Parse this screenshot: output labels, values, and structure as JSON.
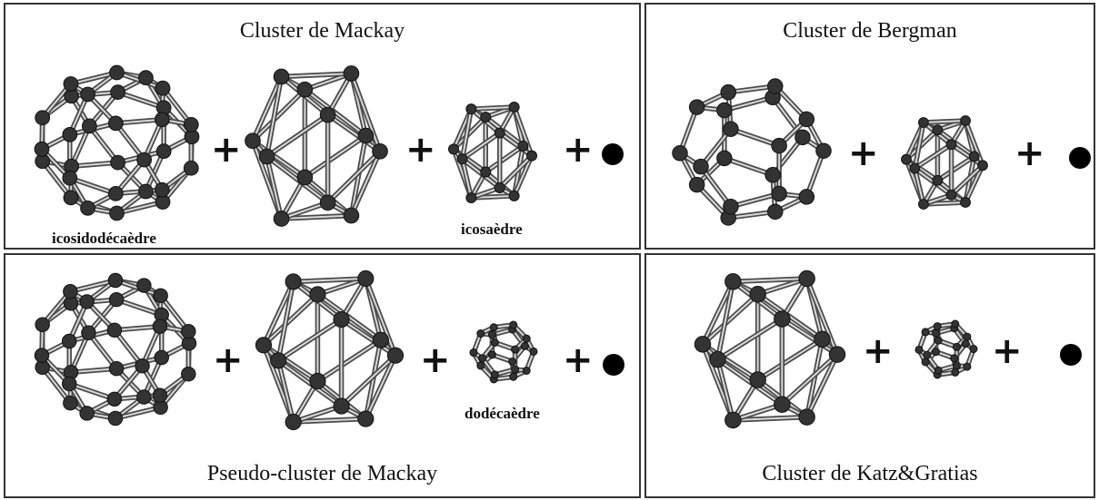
{
  "panels": {
    "mackay": {
      "title": "Cluster de Mackay",
      "captions": {
        "icosidodecahedron": "icosidodécaèdre",
        "icosahedron": "icosaèdre"
      }
    },
    "bergman": {
      "title": "Cluster de Bergman"
    },
    "pseudo_mackay": {
      "title": "Pseudo-cluster de Mackay",
      "captions": {
        "dodecahedron": "dodécaèdre"
      }
    },
    "katz_gratias": {
      "title": "Cluster de Katz&Gratias"
    }
  },
  "symbols": {
    "plus": "+"
  }
}
